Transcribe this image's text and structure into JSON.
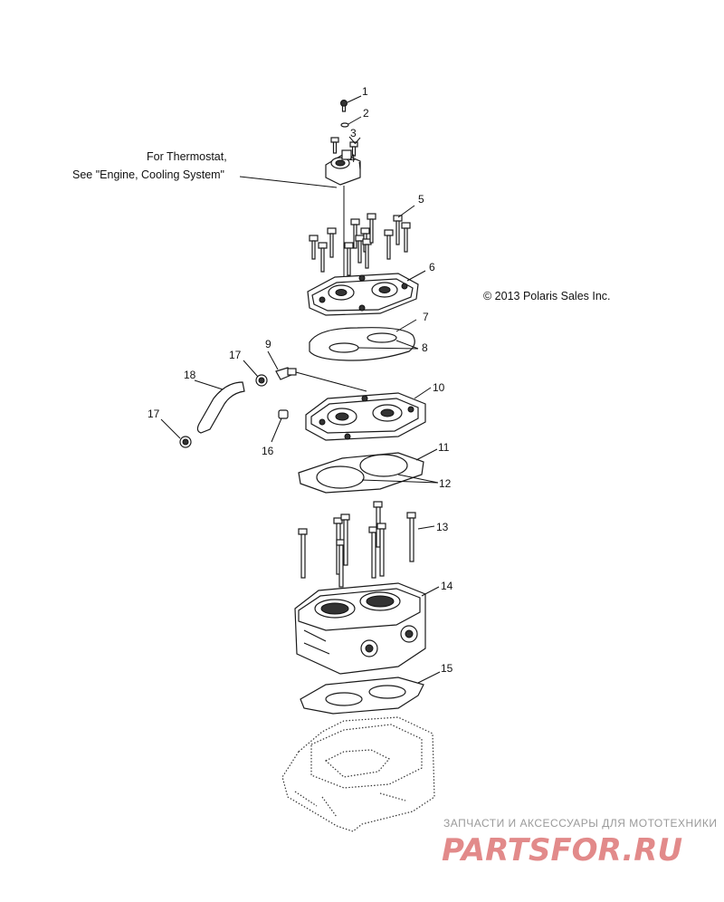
{
  "callouts": [
    "1",
    "2",
    "3",
    "4",
    "5",
    "6",
    "7",
    "8",
    "9",
    "10",
    "11",
    "12",
    "13",
    "14",
    "15",
    "16",
    "17",
    "17",
    "18"
  ],
  "note": {
    "line1": "For Thermostat,",
    "line2": "See \"Engine, Cooling System\""
  },
  "copyright": "© 2013 Polaris Sales Inc.",
  "watermark": {
    "tagline": "ЗАПЧАСТИ И АКСЕССУАРЫ ДЛЯ МОТОТЕХНИКИ",
    "logo": "PARTSFOR.RU"
  },
  "colors": {
    "ink": "#111111",
    "watermark_gray": "#9a9a9a",
    "watermark_red": "#e28a8a"
  }
}
